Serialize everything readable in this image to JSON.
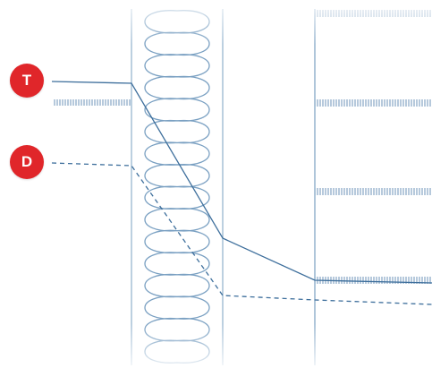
{
  "markers": [
    {
      "id": "T",
      "label": "T",
      "color": "#e0262a"
    },
    {
      "id": "D",
      "label": "D",
      "color": "#e0262a"
    }
  ],
  "colors": {
    "line": "#3e6f9c",
    "insulation": "#8fb0cc",
    "studs": "#a9c1d6"
  },
  "lines": [
    {
      "id": "T",
      "style": "solid"
    },
    {
      "id": "D",
      "style": "dashed"
    }
  ]
}
